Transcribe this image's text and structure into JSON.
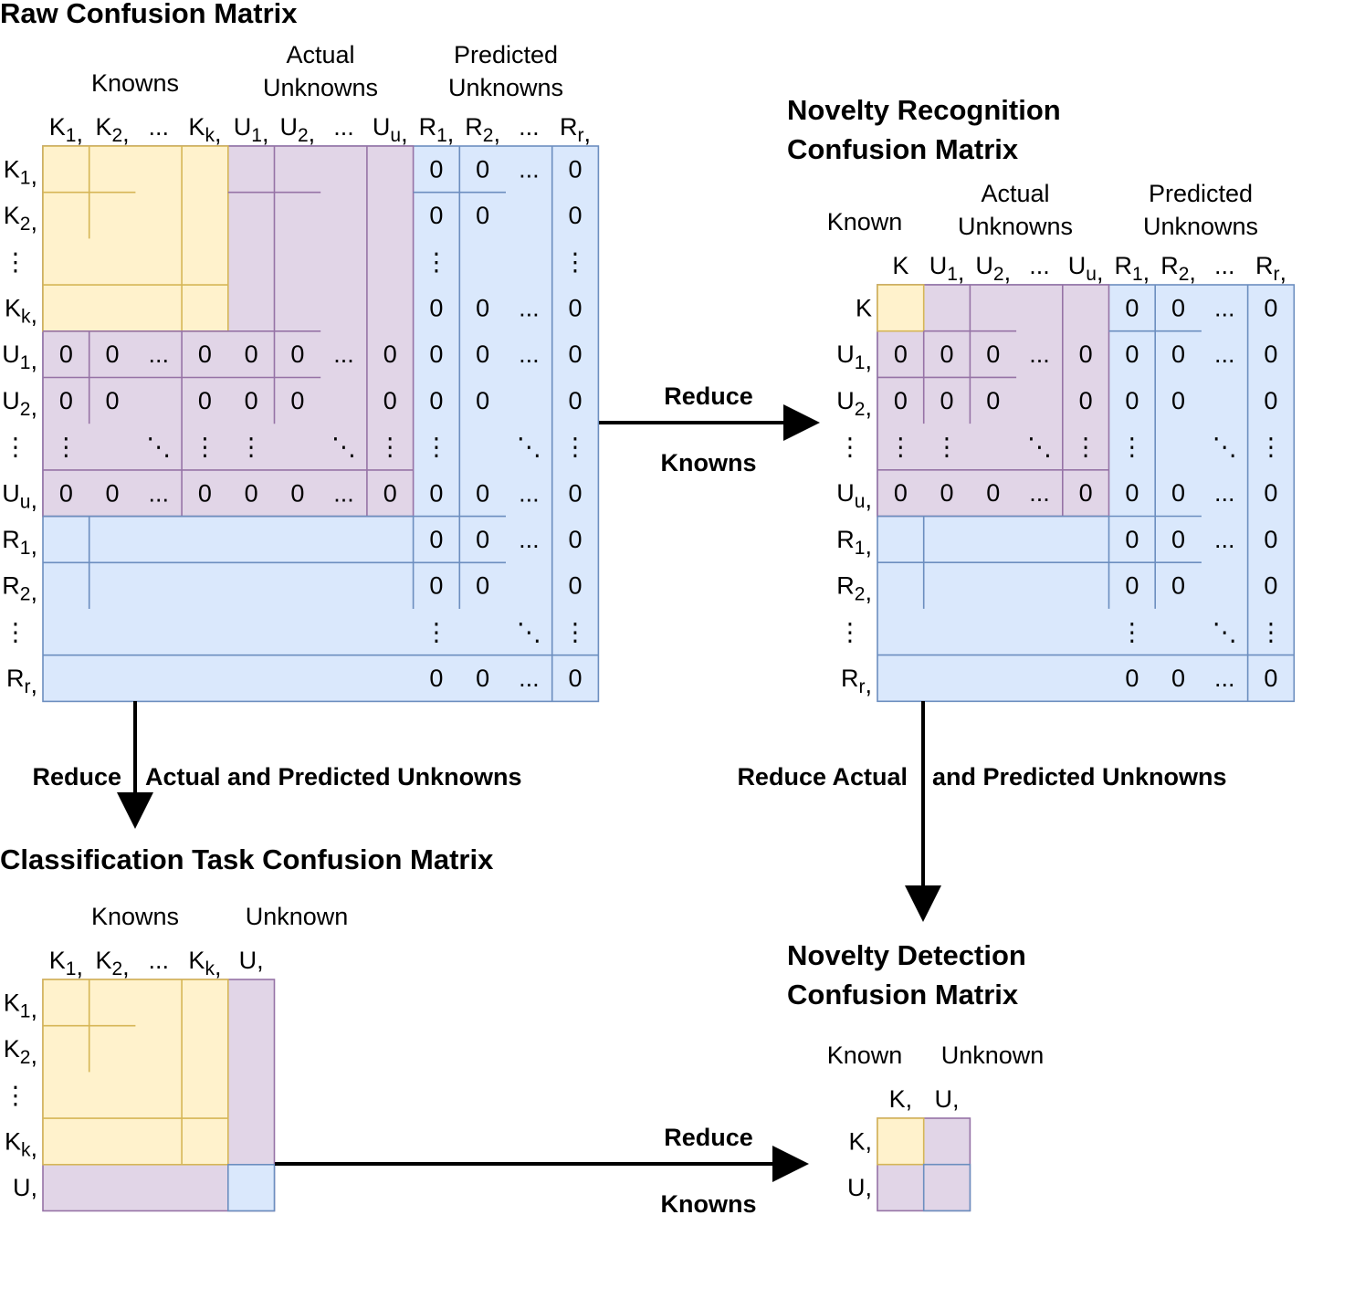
{
  "titles": {
    "raw": "Raw Confusion Matrix",
    "novelty_recognition": [
      "Novelty Recognition",
      "Confusion Matrix"
    ],
    "classification": "Classification Task Confusion Matrix",
    "novelty_detection": [
      "Novelty Detection",
      "Confusion Matrix"
    ]
  },
  "group_headers": {
    "knowns": "Knowns",
    "known": "Known",
    "actual_unknowns": [
      "Actual",
      "Unknowns"
    ],
    "predicted_unknowns": [
      "Predicted",
      "Unknowns"
    ],
    "unknown": "Unknown"
  },
  "arrows": {
    "reduce_knowns_top": [
      "Reduce",
      "Knowns"
    ],
    "reduce_unknowns_left": [
      "Reduce",
      "Actual and Predicted Unknowns"
    ],
    "reduce_unknowns_right": [
      "Reduce Actual",
      "and Predicted Unknowns"
    ],
    "reduce_knowns_bottom": [
      "Reduce",
      "Knowns"
    ]
  },
  "colors": {
    "known_fill": "#fff2cc",
    "known_line": "#d6b656",
    "unknown_fill": "#e1d5e7",
    "unknown_line": "#9673a6",
    "predicted_fill": "#dae8fc",
    "predicted_line": "#6c8ebf"
  },
  "symbols": {
    "zero": "0",
    "ellipsis": "...",
    "vdots": "⋮",
    "ddots": "⋱"
  },
  "matrices": {
    "raw": {
      "col_labels": [
        [
          "K",
          "1",
          ","
        ],
        [
          "K",
          "2",
          ","
        ],
        [
          "...",
          "",
          ""
        ],
        [
          "K",
          "k",
          ","
        ],
        [
          "U",
          "1",
          ","
        ],
        [
          "U",
          "2",
          ","
        ],
        [
          "...",
          "",
          ""
        ],
        [
          "U",
          "u",
          ","
        ],
        [
          "R",
          "1",
          ","
        ],
        [
          "R",
          "2",
          ","
        ],
        [
          "...",
          "",
          ""
        ],
        [
          "R",
          "r",
          ","
        ]
      ],
      "row_labels": [
        [
          "K",
          "1",
          ","
        ],
        [
          "K",
          "2",
          ","
        ],
        [
          "⋮",
          "",
          ""
        ],
        [
          "K",
          "k",
          ","
        ],
        [
          "U",
          "1",
          ","
        ],
        [
          "U",
          "2",
          ","
        ],
        [
          "⋮",
          "",
          ""
        ],
        [
          "U",
          "u",
          ","
        ],
        [
          "R",
          "1",
          ","
        ],
        [
          "R",
          "2",
          ","
        ],
        [
          "⋮",
          "",
          ""
        ],
        [
          "R",
          "r",
          ","
        ]
      ],
      "cells": [
        [
          "",
          "",
          "",
          "",
          "",
          "",
          "",
          "",
          "0",
          "0",
          "...",
          "0"
        ],
        [
          "",
          "",
          "",
          "",
          "",
          "",
          "",
          "",
          "0",
          "0",
          "",
          "0"
        ],
        [
          "",
          "",
          "",
          "",
          "",
          "",
          "",
          "",
          "⋮",
          "",
          "",
          "⋮"
        ],
        [
          "",
          "",
          "",
          "",
          "",
          "",
          "",
          "",
          "0",
          "0",
          "...",
          "0"
        ],
        [
          "0",
          "0",
          "...",
          "0",
          "0",
          "0",
          "...",
          "0",
          "0",
          "0",
          "...",
          "0"
        ],
        [
          "0",
          "0",
          "",
          "0",
          "0",
          "0",
          "",
          "0",
          "0",
          "0",
          "",
          "0"
        ],
        [
          "⋮",
          "",
          "⋱",
          "⋮",
          "⋮",
          "",
          "⋱",
          "⋮",
          "⋮",
          "",
          "⋱",
          "⋮"
        ],
        [
          "0",
          "0",
          "...",
          "0",
          "0",
          "0",
          "...",
          "0",
          "0",
          "0",
          "...",
          "0"
        ],
        [
          "",
          "",
          "",
          "",
          "",
          "",
          "",
          "",
          "0",
          "0",
          "...",
          "0"
        ],
        [
          "",
          "",
          "",
          "",
          "",
          "",
          "",
          "",
          "0",
          "0",
          "",
          "0"
        ],
        [
          "",
          "",
          "",
          "",
          "",
          "",
          "",
          "",
          "⋮",
          "",
          "⋱",
          "⋮"
        ],
        [
          "",
          "",
          "",
          "",
          "",
          "",
          "",
          "",
          "0",
          "0",
          "...",
          "0"
        ]
      ]
    },
    "novelty_recognition": {
      "col_labels": [
        [
          "K",
          "",
          ""
        ],
        [
          "U",
          "1",
          ","
        ],
        [
          "U",
          "2",
          ","
        ],
        [
          "...",
          "",
          ""
        ],
        [
          "U",
          "u",
          ","
        ],
        [
          "R",
          "1",
          ","
        ],
        [
          "R",
          "2",
          ","
        ],
        [
          "...",
          "",
          ""
        ],
        [
          "R",
          "r",
          ","
        ]
      ],
      "row_labels": [
        [
          "K",
          "",
          ""
        ],
        [
          "U",
          "1",
          ","
        ],
        [
          "U",
          "2",
          ","
        ],
        [
          "⋮",
          "",
          ""
        ],
        [
          "U",
          "u",
          ","
        ],
        [
          "R",
          "1",
          ","
        ],
        [
          "R",
          "2",
          ","
        ],
        [
          "⋮",
          "",
          ""
        ],
        [
          "R",
          "r",
          ","
        ]
      ],
      "cells": [
        [
          "",
          "",
          "",
          "",
          "",
          "0",
          "0",
          "...",
          "0"
        ],
        [
          "0",
          "0",
          "0",
          "...",
          "0",
          "0",
          "0",
          "...",
          "0"
        ],
        [
          "0",
          "0",
          "0",
          "",
          "0",
          "0",
          "0",
          "",
          "0"
        ],
        [
          "⋮",
          "⋮",
          "",
          "⋱",
          "⋮",
          "⋮",
          "",
          "⋱",
          "⋮"
        ],
        [
          "0",
          "0",
          "0",
          "...",
          "0",
          "0",
          "0",
          "...",
          "0"
        ],
        [
          "",
          "",
          "",
          "",
          "",
          "0",
          "0",
          "...",
          "0"
        ],
        [
          "",
          "",
          "",
          "",
          "",
          "0",
          "0",
          "",
          "0"
        ],
        [
          "",
          "",
          "",
          "",
          "",
          "⋮",
          "",
          "⋱",
          "⋮"
        ],
        [
          "",
          "",
          "",
          "",
          "",
          "0",
          "0",
          "...",
          "0"
        ]
      ]
    },
    "classification": {
      "col_labels": [
        [
          "K",
          "1",
          ","
        ],
        [
          "K",
          "2",
          ","
        ],
        [
          "...",
          "",
          ""
        ],
        [
          "K",
          "k",
          ","
        ],
        [
          "U",
          "",
          ","
        ]
      ],
      "row_labels": [
        [
          "K",
          "1",
          ","
        ],
        [
          "K",
          "2",
          ","
        ],
        [
          "⋮",
          "",
          ""
        ],
        [
          "K",
          "k",
          ","
        ],
        [
          "U",
          "",
          ","
        ]
      ]
    },
    "novelty_detection": {
      "col_labels": [
        [
          "K",
          "",
          ","
        ],
        [
          "U",
          "",
          ","
        ]
      ],
      "row_labels": [
        [
          "K",
          "",
          ","
        ],
        [
          "U",
          "",
          ","
        ]
      ]
    }
  }
}
